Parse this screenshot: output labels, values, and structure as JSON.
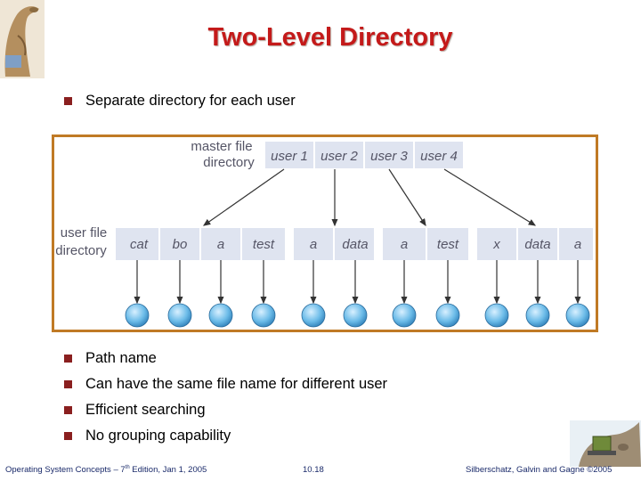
{
  "title": "Two-Level Directory",
  "bullets_top": [
    "Separate directory for each user"
  ],
  "bullets_bottom": [
    "Path name",
    "Can have the same file name for different user",
    "Efficient searching",
    "No grouping capability"
  ],
  "diagram": {
    "master_label_line1": "master file",
    "master_label_line2": "directory",
    "users": [
      "user 1",
      "user 2",
      "user 3",
      "user 4"
    ],
    "user_label_line1": "user file",
    "user_label_line2": "directory",
    "user_dirs": [
      [
        "cat",
        "bo",
        "a",
        "test"
      ],
      [
        "a",
        "data"
      ],
      [
        "a",
        "test"
      ],
      [
        "x",
        "data",
        "a"
      ]
    ],
    "colors": {
      "cell": "#dfe4f0",
      "cell_text": "#555566",
      "border": "#c07a25",
      "node": "#6bbbe8"
    }
  },
  "footer": {
    "left_prefix": "Operating System Concepts – 7",
    "left_sup": "th",
    "left_suffix": " Edition, Jan 1, 2005",
    "center": "10.18",
    "right": "Silberschatz, Galvin and Gagne ©2005"
  }
}
